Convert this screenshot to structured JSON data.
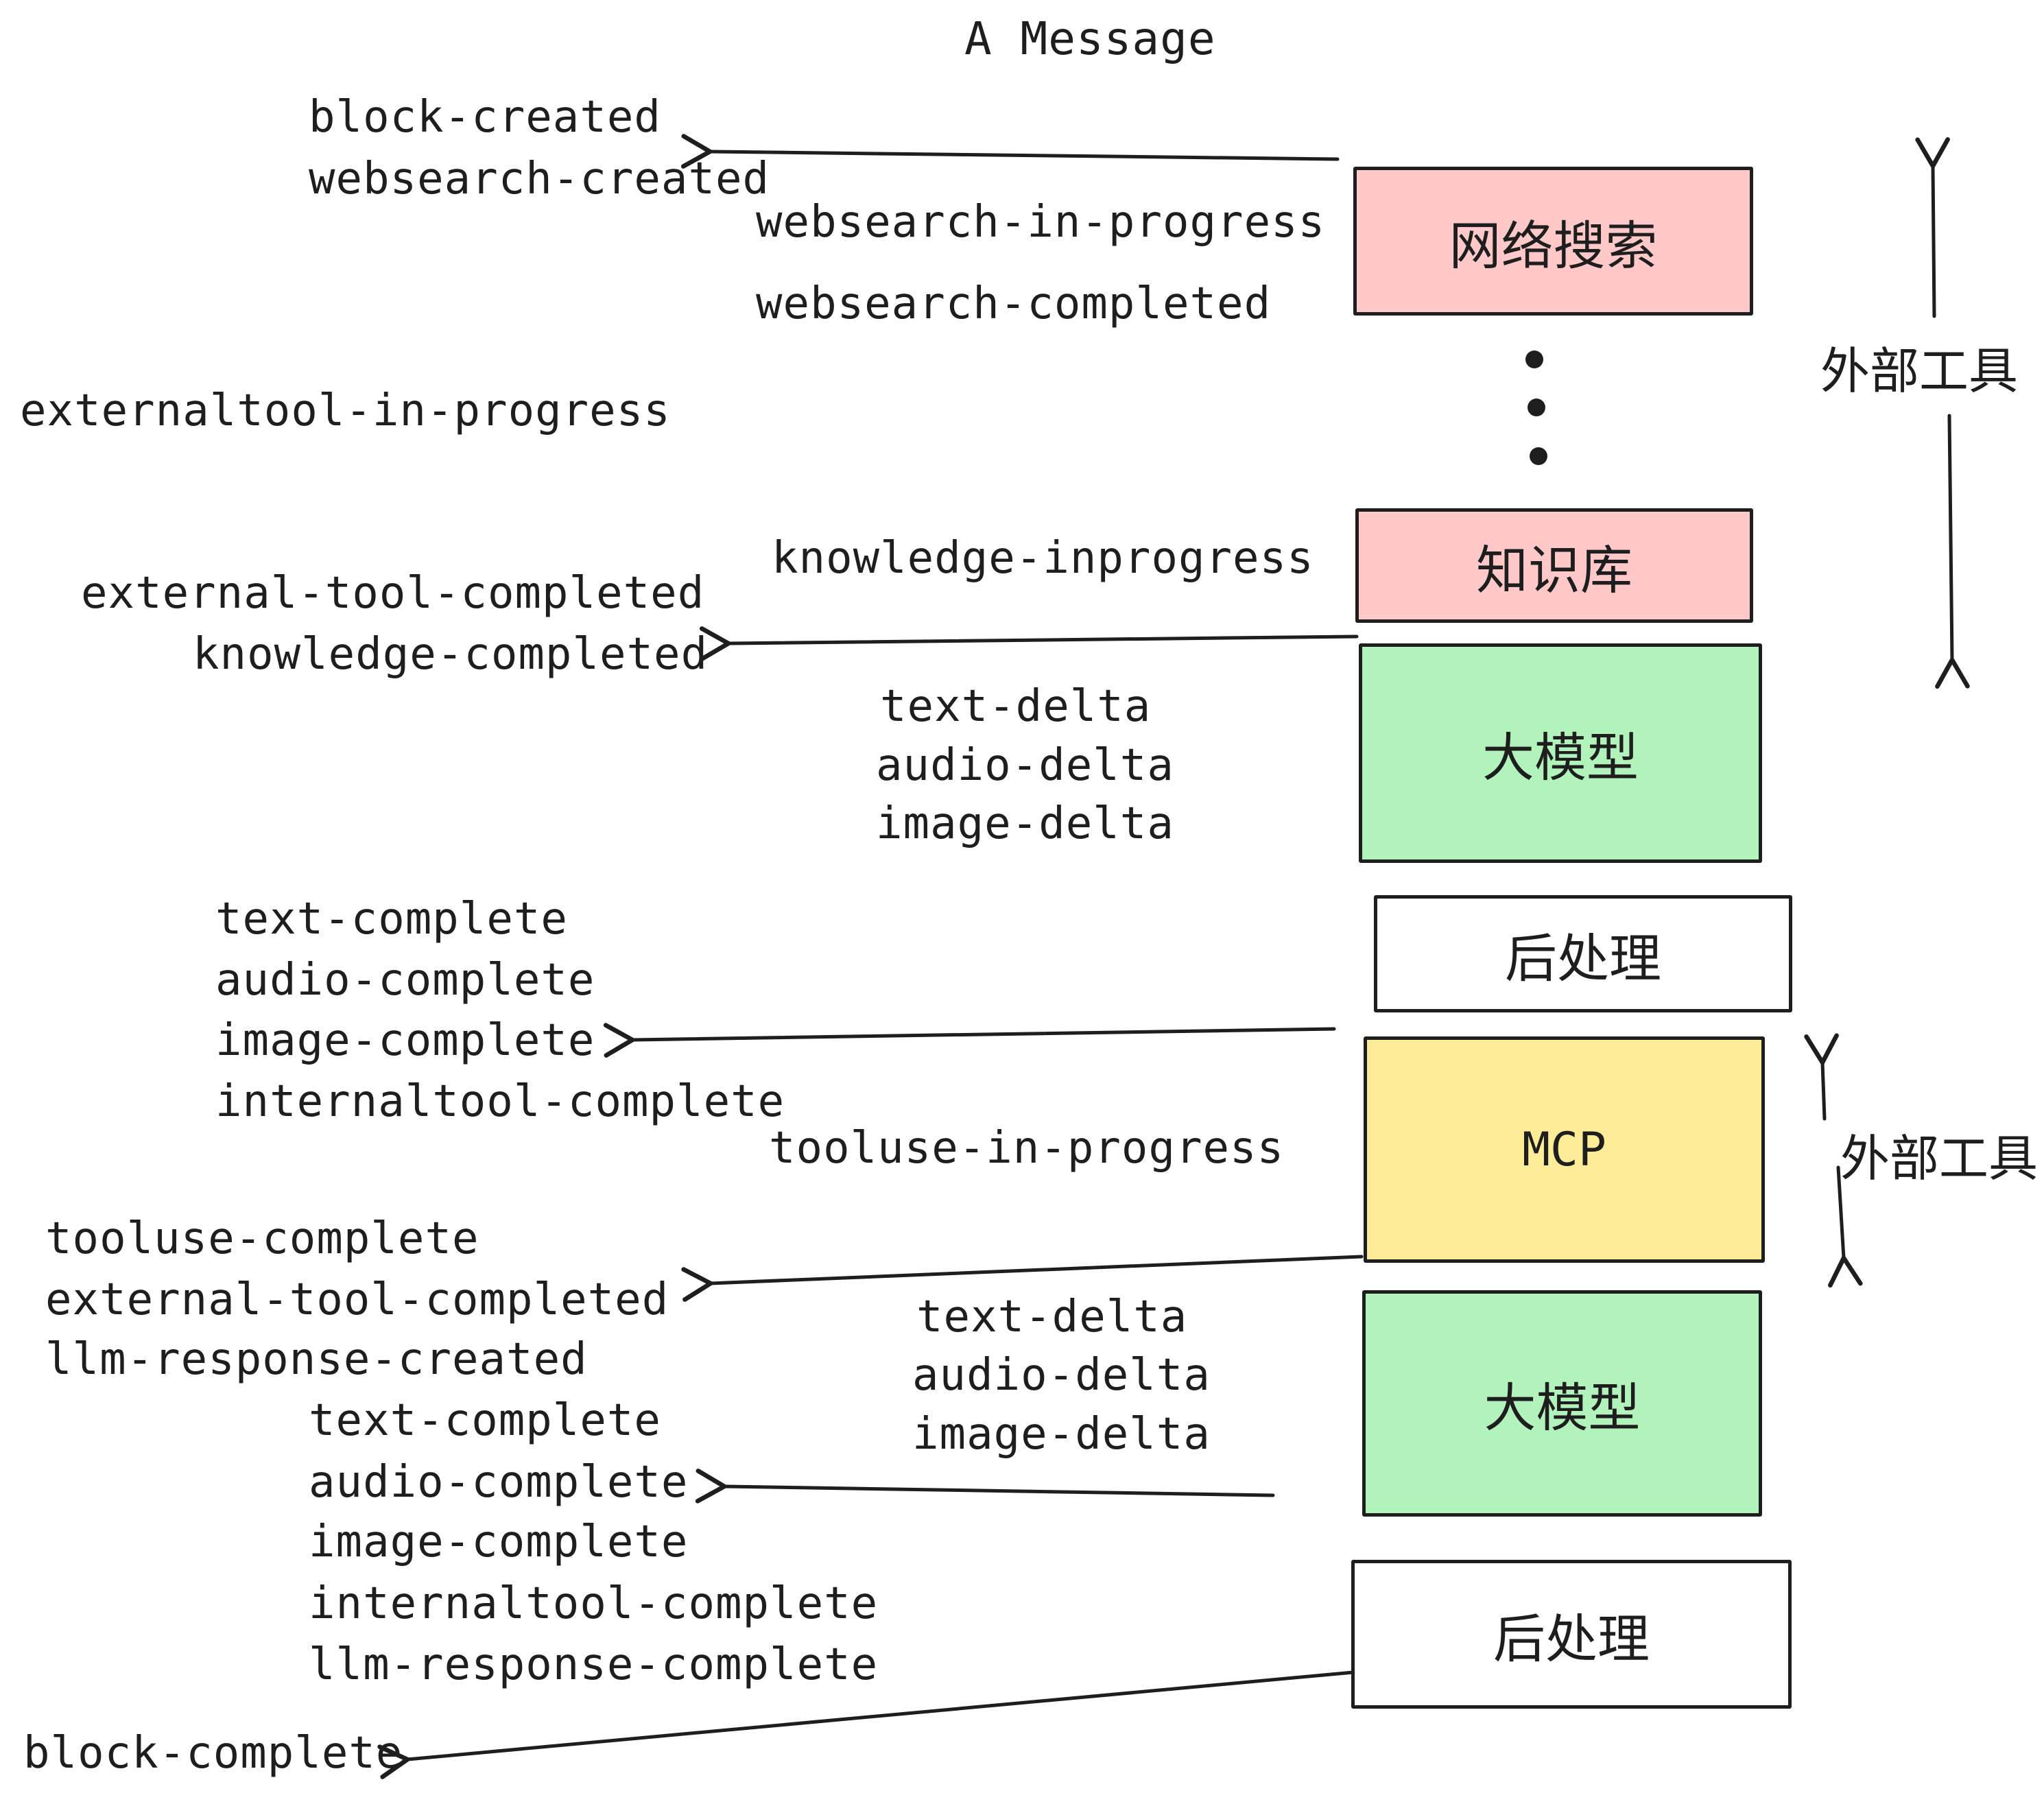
{
  "title": "A Message",
  "colors": {
    "box_pink": "#ffc9c9",
    "box_green": "#b2f2bb",
    "box_yellow": "#ffec99",
    "box_white": "#ffffff",
    "stroke": "#1e1e1e"
  },
  "boxes": {
    "websearch": {
      "label": "网络搜索"
    },
    "knowledge": {
      "label": "知识库"
    },
    "llm1": {
      "label": "大模型"
    },
    "post1": {
      "label": "后处理"
    },
    "mcp": {
      "label": "MCP"
    },
    "llm2": {
      "label": "大模型"
    },
    "post2": {
      "label": "后处理"
    }
  },
  "side_labels": {
    "external_tools_top": "外部工具",
    "external_tools_mcp": "外部工具"
  },
  "events": {
    "block_created": "block-created",
    "websearch_created": "websearch-created",
    "websearch_in_progress": "websearch-in-progress",
    "websearch_completed": "websearch-completed",
    "externaltool_in_progress": "externaltool-in-progress",
    "knowledge_inprogress": "knowledge-inprogress",
    "external_tool_completed": "external-tool-completed",
    "knowledge_completed": "knowledge-completed",
    "text_delta_1": "text-delta",
    "audio_delta_1": "audio-delta",
    "image_delta_1": "image-delta",
    "text_complete_1": "text-complete",
    "audio_complete_1": "audio-complete",
    "image_complete_1": "image-complete",
    "internaltool_complete_1": "internaltool-complete",
    "tooluse_in_progress": "tooluse-in-progress",
    "tooluse_complete": "tooluse-complete",
    "external_tool_completed_2": "external-tool-completed",
    "llm_response_created": "llm-response-created",
    "text_delta_2": "text-delta",
    "audio_delta_2": "audio-delta",
    "image_delta_2": "image-delta",
    "text_complete_2": "text-complete",
    "audio_complete_2": "audio-complete",
    "image_complete_2": "image-complete",
    "internaltool_complete_2": "internaltool-complete",
    "llm_response_complete": "llm-response-complete",
    "block_complete": "block-complete"
  }
}
